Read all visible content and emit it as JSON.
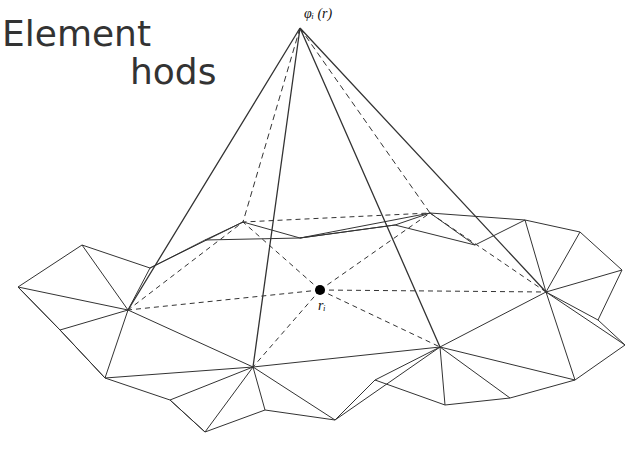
{
  "diagram": {
    "labels": [
      "Element",
      "hods",
      "φᵢ (r)",
      "rᵢ"
    ]
  }
}
